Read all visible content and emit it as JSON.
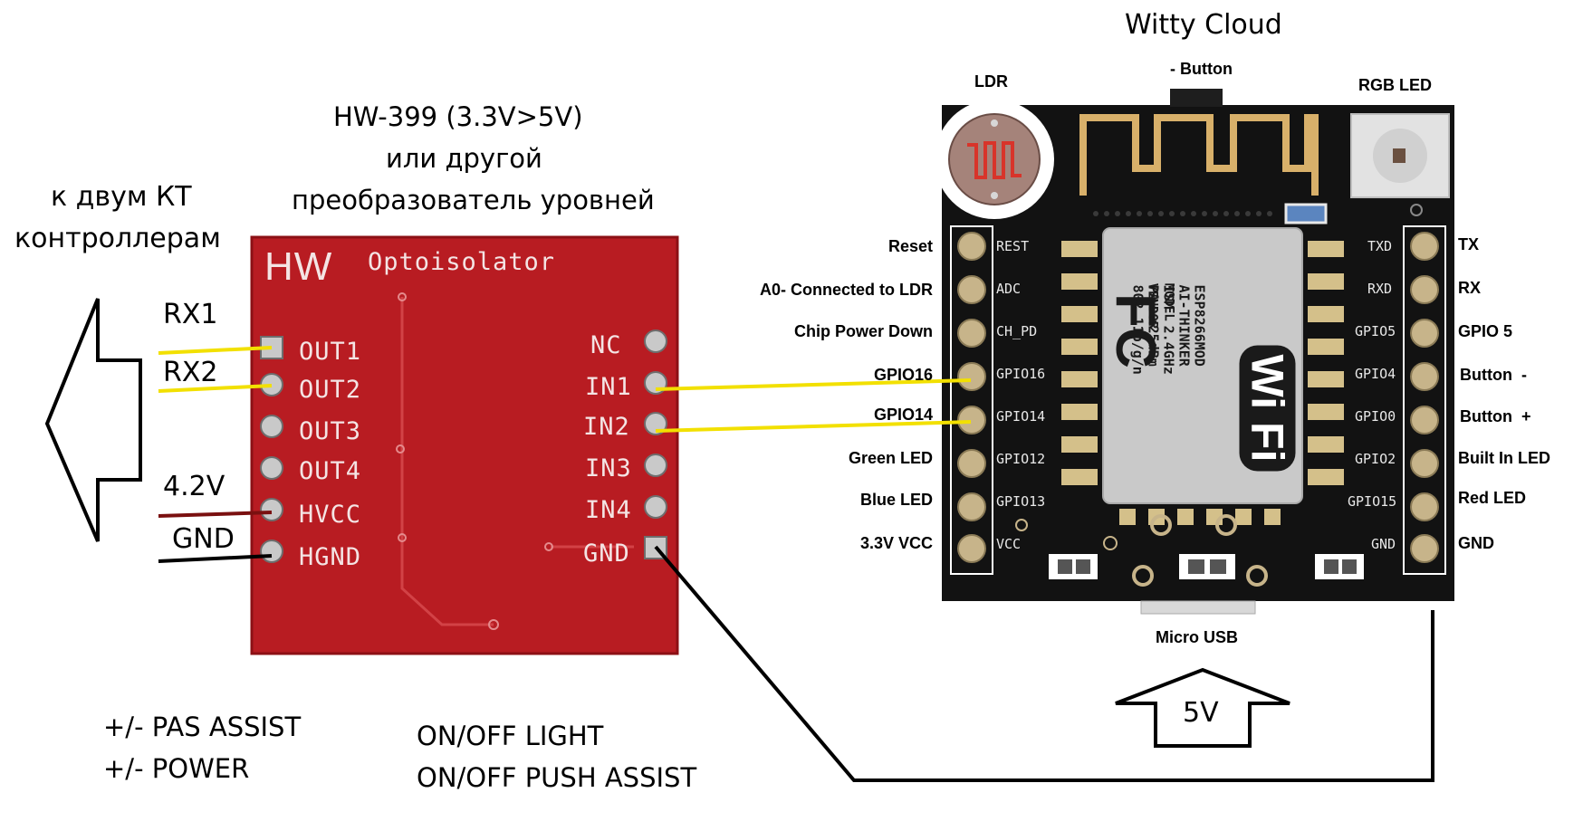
{
  "witty_cloud": {
    "title": "Witty Cloud",
    "ldr_label": "LDR",
    "button_label": "-  Button",
    "rgb_led_label": "RGB LED",
    "micro_usb_label": "Micro USB",
    "power_arrow_label": "5V",
    "left_pin_descriptions": [
      "Reset",
      "A0- Connected to LDR",
      "Chip Power Down",
      "GPIO16",
      "GPIO14",
      "Green LED",
      "Blue LED",
      "3.3V VCC"
    ],
    "left_pin_silk": [
      "REST",
      "ADC",
      "CH_PD",
      "GPIO16",
      "GPIO14",
      "GPIO12",
      "GPIO13",
      "VCC"
    ],
    "right_pin_silk": [
      "TXD",
      "RXD",
      "GPIO5",
      "GPIO4",
      "GPIO0",
      "GPIO2",
      "GPIO15",
      "GND"
    ],
    "right_pin_descriptions": [
      "TX",
      "RX",
      "GPIO 5",
      "Button  -",
      "Button  +",
      "Built In LED",
      "Red LED",
      "GND"
    ],
    "module_text": {
      "fc": "FC",
      "model_vendor": "MODEL\nVENDOR",
      "specs": "ESP8266MOD\nAI-THINKER\nISM  2.4GHz\nPA  +25dBm\n802.11b/g/n",
      "wifi": "Wi Fi"
    }
  },
  "hw399": {
    "title_lines": [
      "HW-399 (3.3V>5V)",
      "или другой",
      "преобразователь уровней"
    ],
    "board_logo": "HW",
    "board_name": "Optoisolator",
    "out_pins": [
      "OUT1",
      "OUT2",
      "OUT3",
      "OUT4",
      "HVCC",
      "HGND"
    ],
    "in_pins": [
      "NC",
      "IN1",
      "IN2",
      "IN3",
      "IN4",
      "GND"
    ]
  },
  "left_side": {
    "target_lines": [
      "к двум КТ",
      "контроллерам"
    ],
    "wire_labels": [
      "RX1",
      "RX2",
      "4.2V",
      "GND"
    ]
  },
  "notes": {
    "out1_function_lines": [
      "+/- PAS ASSIST",
      "+/- POWER"
    ],
    "out2_function_lines": [
      "ON/OFF LIGHT",
      "ON/OFF PUSH ASSIST"
    ]
  },
  "colors": {
    "board_red": "#b81c22",
    "board_black": "#121212",
    "signal_wire": "#f2e000",
    "power_wire": "#7a1010",
    "ground_wire": "#000000"
  }
}
